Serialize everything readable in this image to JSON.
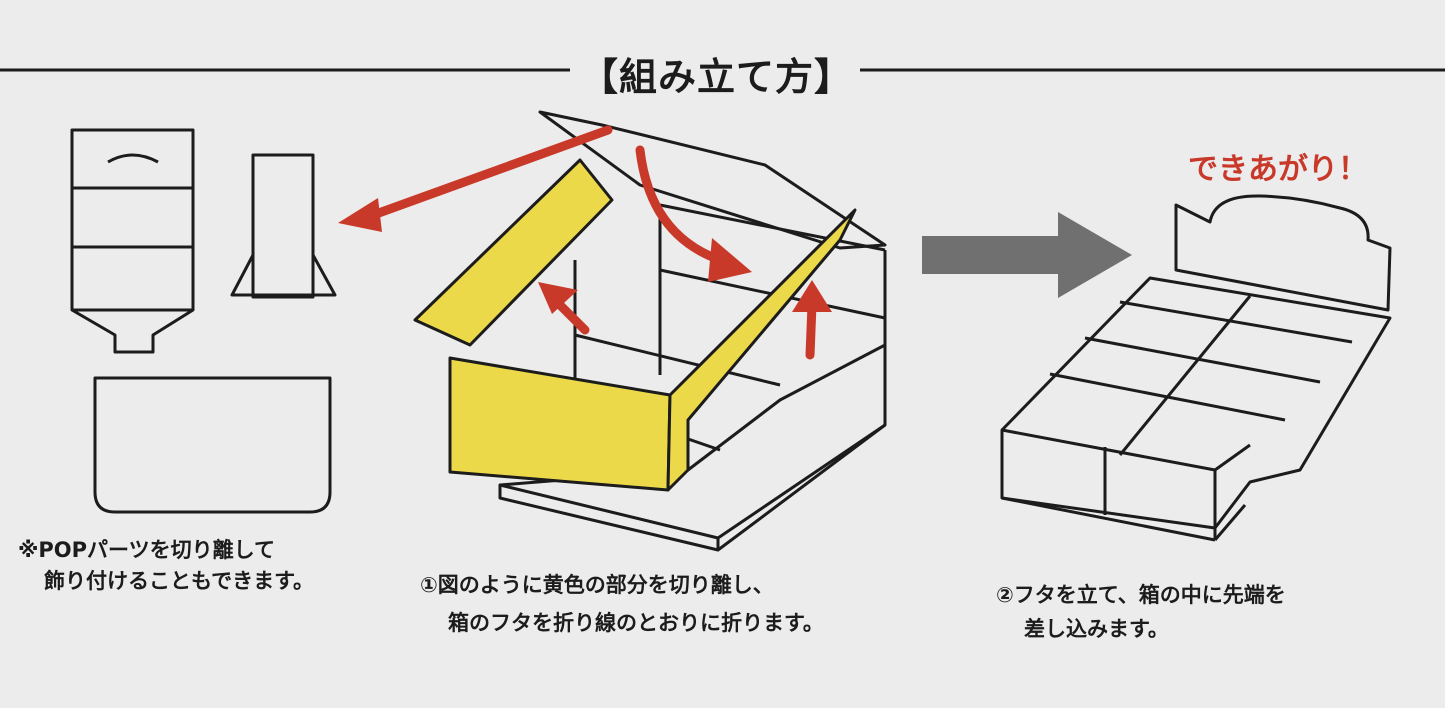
{
  "title": "【組み立て方】",
  "done_label": "できあがり！",
  "pop_note": {
    "line1": "※POPパーツを切り離して",
    "line2": "飾り付けることもできます。"
  },
  "step1": {
    "line1": "①図のように黄色の部分を切り離し、",
    "line2": "箱のフタを折り線のとおりに折ります。"
  },
  "step2": {
    "line1": "②フタを立て、箱の中に先端を",
    "line2": "差し込みます。"
  },
  "colors": {
    "background": "#ececec",
    "line": "#1c1c1c",
    "accent_red": "#c9392a",
    "yellow": "#ecd94a",
    "gray_arrow": "#707070"
  }
}
